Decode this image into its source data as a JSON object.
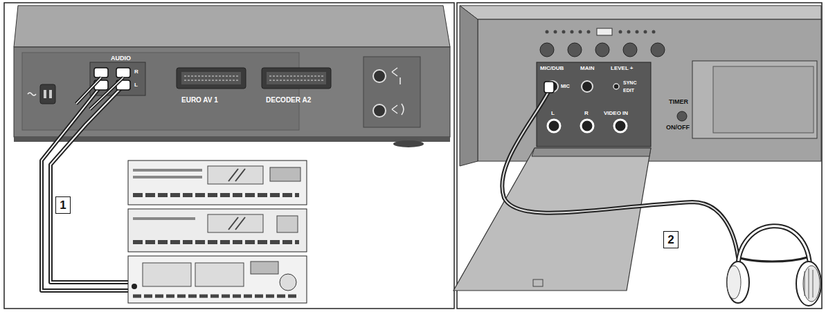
{
  "diagram": {
    "nodes": [
      {
        "text": [
          "1"
        ]
      },
      {
        "text": [
          "2"
        ]
      }
    ],
    "labels": [
      "AUDIO",
      "R",
      "L",
      "EURO AV 1",
      "DECODER A2",
      "MIC/DUB",
      "MIC",
      "MAIN",
      "LEVEL +",
      "SYNC",
      "EDIT",
      "L",
      "R",
      "VIDEO IN",
      "TIMER",
      "ON/OFF"
    ]
  }
}
